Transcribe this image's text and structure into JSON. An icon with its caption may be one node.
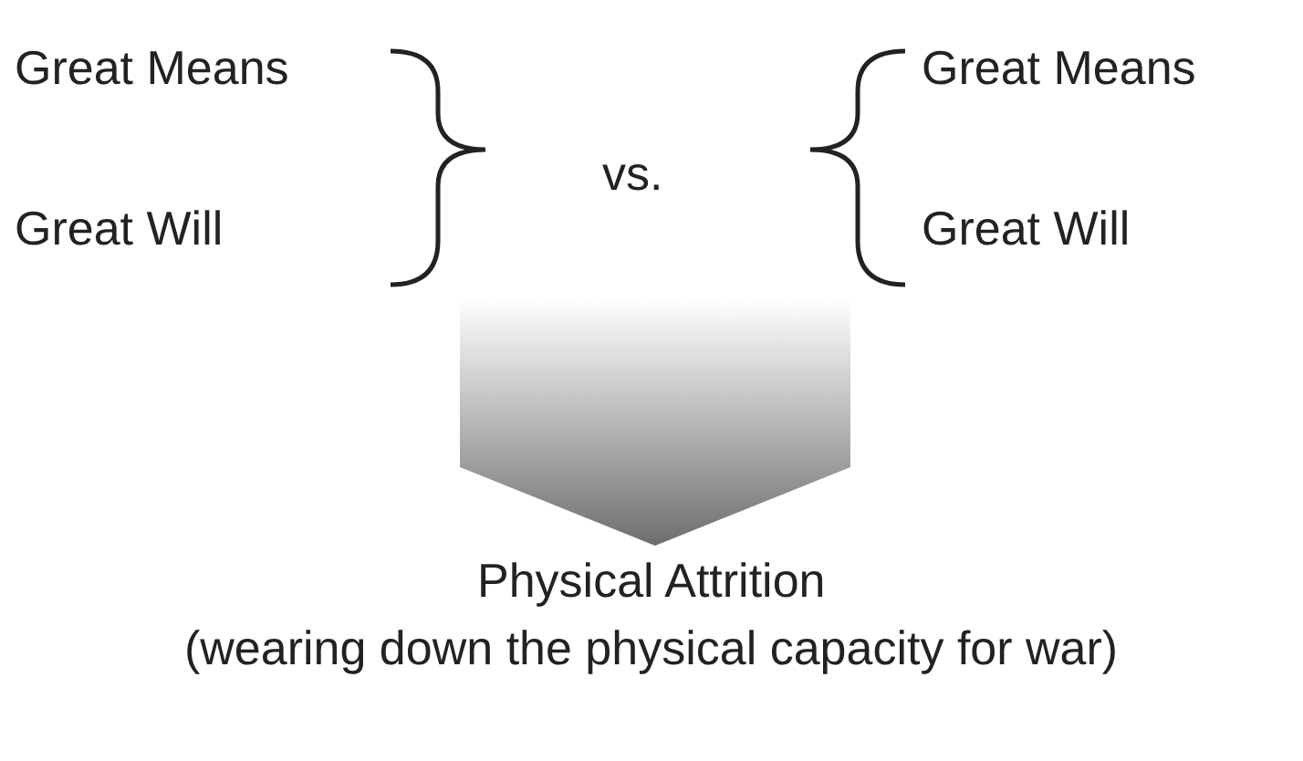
{
  "diagram": {
    "labels": [
      "Great Means",
      "Great Means",
      "vs.",
      "Great Will",
      "Great Will",
      "Physical Attrition",
      "(wearing down the physical capacity for war)"
    ]
  }
}
